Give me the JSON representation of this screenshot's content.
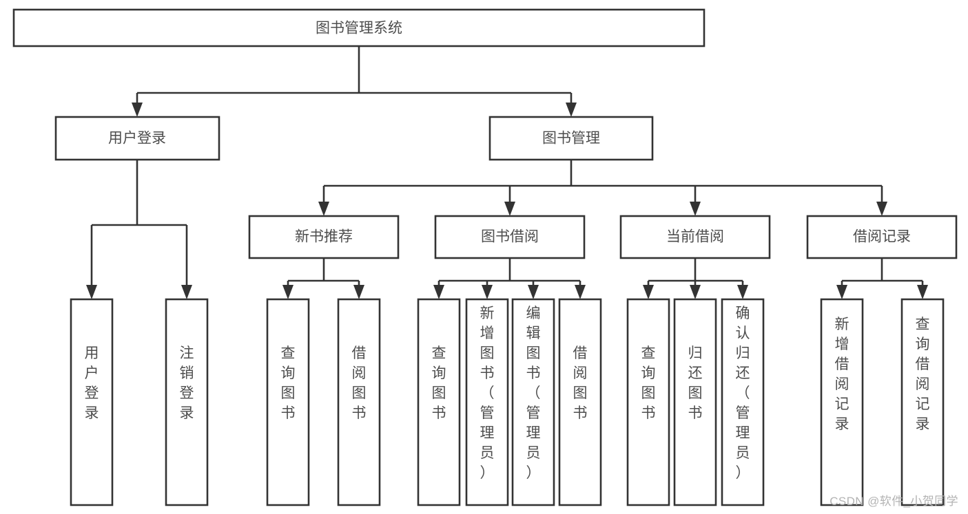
{
  "diagram": {
    "type": "tree-hierarchy",
    "title": "图书管理系统",
    "watermark": "CSDN @软件_小贺同学",
    "colors": {
      "box_fill": "#ffffff",
      "box_stroke": "#333333",
      "text": "#4d4d4d",
      "watermark": "#b3b3b3",
      "background": "#ffffff"
    },
    "levels": [
      {
        "level": 1,
        "nodes": [
          {
            "id": "root",
            "label": "图书管理系统",
            "orientation": "horizontal"
          }
        ]
      },
      {
        "level": 2,
        "nodes": [
          {
            "id": "login",
            "label": "用户登录",
            "orientation": "horizontal",
            "parent": "root"
          },
          {
            "id": "bookmgmt",
            "label": "图书管理",
            "orientation": "horizontal",
            "parent": "root"
          }
        ]
      },
      {
        "level": 3,
        "nodes": [
          {
            "id": "newbook",
            "label": "新书推荐",
            "orientation": "horizontal",
            "parent": "bookmgmt"
          },
          {
            "id": "borrow",
            "label": "图书借阅",
            "orientation": "horizontal",
            "parent": "bookmgmt"
          },
          {
            "id": "current",
            "label": "当前借阅",
            "orientation": "horizontal",
            "parent": "bookmgmt"
          },
          {
            "id": "records",
            "label": "借阅记录",
            "orientation": "horizontal",
            "parent": "bookmgmt"
          }
        ]
      },
      {
        "level": 4,
        "nodes": [
          {
            "id": "leaf-user-login",
            "label": "用户登录",
            "orientation": "vertical",
            "parent": "login"
          },
          {
            "id": "leaf-logout-login",
            "label": "注销登录",
            "orientation": "vertical",
            "parent": "login"
          },
          {
            "id": "leaf-query-book-1",
            "label": "查询图书",
            "orientation": "vertical",
            "parent": "newbook"
          },
          {
            "id": "leaf-borrow-book-1",
            "label": "借阅图书",
            "orientation": "vertical",
            "parent": "newbook"
          },
          {
            "id": "leaf-query-book-2",
            "label": "查询图书",
            "orientation": "vertical",
            "parent": "borrow"
          },
          {
            "id": "leaf-add-book",
            "label": "新增图书（管理员）",
            "orientation": "vertical",
            "parent": "borrow"
          },
          {
            "id": "leaf-edit-book",
            "label": "编辑图书（管理员）",
            "orientation": "vertical",
            "parent": "borrow"
          },
          {
            "id": "leaf-borrow-book-2",
            "label": "借阅图书",
            "orientation": "vertical",
            "parent": "borrow"
          },
          {
            "id": "leaf-query-book-3",
            "label": "查询图书",
            "orientation": "vertical",
            "parent": "current"
          },
          {
            "id": "leaf-return-book",
            "label": "归还图书",
            "orientation": "vertical",
            "parent": "current"
          },
          {
            "id": "leaf-confirm-return",
            "label": "确认归还（管理员）",
            "orientation": "vertical",
            "parent": "current"
          },
          {
            "id": "leaf-add-record",
            "label": "新增借阅记录",
            "orientation": "vertical",
            "parent": "records"
          },
          {
            "id": "leaf-query-record",
            "label": "查询借阅记录",
            "orientation": "vertical",
            "parent": "records"
          }
        ]
      }
    ]
  }
}
